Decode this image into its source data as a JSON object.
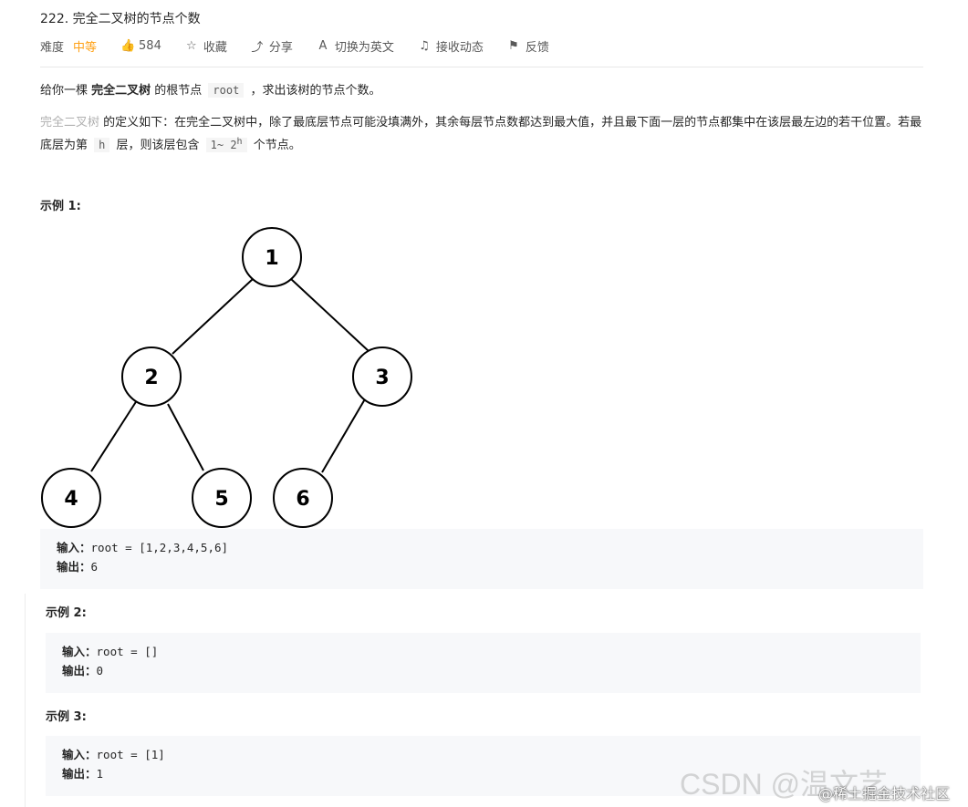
{
  "problem": {
    "title": "222. 完全二叉树的节点个数",
    "difficulty_label": "难度",
    "difficulty_value": "中等",
    "difficulty_color": "#ffa116",
    "actions": [
      {
        "icon": "thumbs-up-icon",
        "label": "584"
      },
      {
        "icon": "star-icon",
        "label": "收藏"
      },
      {
        "icon": "share-icon",
        "label": "分享"
      },
      {
        "icon": "translate-icon",
        "label": "切换为英文"
      },
      {
        "icon": "bell-icon",
        "label": "接收动态"
      },
      {
        "icon": "feedback-icon",
        "label": "反馈"
      }
    ]
  },
  "description": {
    "p1_a": "给你一棵 ",
    "p1_bold": "完全二叉树",
    "p1_b": " 的根节点 ",
    "p1_code": "root",
    "p1_c": " ，求出该树的节点个数。",
    "p2_link": "完全二叉树",
    "p2_a": " 的定义如下：在完全二叉树中，除了最底层节点可能没填满外，其余每层节点数都达到最大值，并且最下面一层的节点都集中在该层最左边的若干位置。若最底层为第 ",
    "p2_code_h": "h",
    "p2_b": " 层，则该层包含 ",
    "p2_code_range": "1~ 2",
    "p2_code_sup": "h",
    "p2_c": " 个节点。"
  },
  "examples": [
    {
      "heading": "示例 1:",
      "input_label": "输入：",
      "input": "root = [1,2,3,4,5,6]",
      "output_label": "输出：",
      "output": "6"
    },
    {
      "heading": "示例 2:",
      "input_label": "输入：",
      "input": "root = []",
      "output_label": "输出：",
      "output": "0"
    },
    {
      "heading": "示例 3:",
      "input_label": "输入：",
      "input": "root = [1]",
      "output_label": "输出：",
      "output": "1"
    }
  ],
  "tree": {
    "nodes": [
      {
        "id": "node-1",
        "label": "1"
      },
      {
        "id": "node-2",
        "label": "2"
      },
      {
        "id": "node-3",
        "label": "3"
      },
      {
        "id": "node-4",
        "label": "4"
      },
      {
        "id": "node-5",
        "label": "5"
      },
      {
        "id": "node-6",
        "label": "6"
      }
    ]
  },
  "watermark": {
    "csdn": "CSDN @温文艺",
    "juejin": "@稀土掘金技术社区"
  }
}
